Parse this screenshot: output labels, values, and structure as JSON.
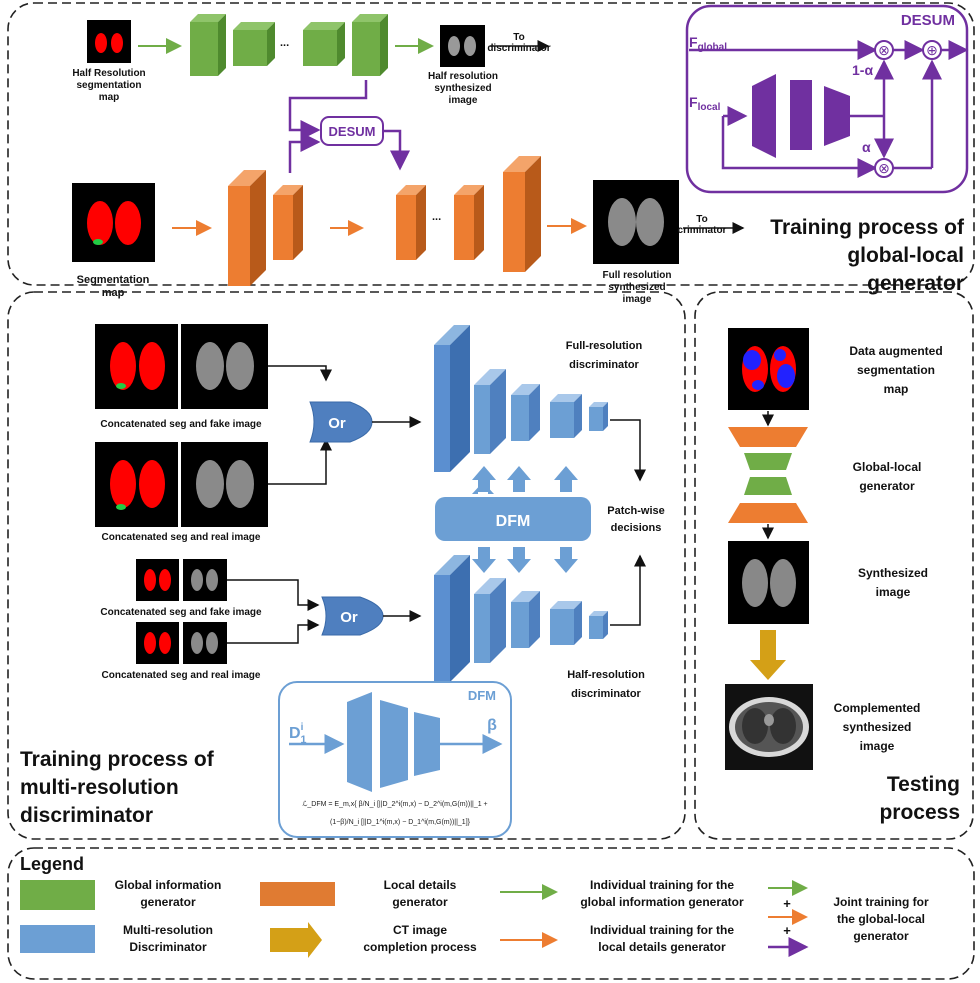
{
  "top": {
    "half_seg_label": [
      "Half Resolution",
      "segmentation",
      "map"
    ],
    "half_out_label": [
      "Half resolution",
      "synthesized",
      "image"
    ],
    "to_disc_top": [
      "To",
      "discriminator"
    ],
    "ellipsis": "...",
    "desum_box": "DESUM",
    "seg_label": [
      "Segmentation",
      "map"
    ],
    "full_out_label": [
      "Full resolution",
      "synthesized",
      "image"
    ],
    "to_disc_bottom": [
      "To",
      "criminator"
    ],
    "section_title": [
      "Training process of",
      "global-local",
      "generator"
    ],
    "desum_detail": {
      "title": "DESUM",
      "f_global": "F",
      "f_global_sub": "global",
      "f_local": "F",
      "f_local_sub": "local",
      "one_minus_alpha": "1-α",
      "alpha": "α",
      "times": "⊗",
      "plus": "⊕"
    }
  },
  "disc": {
    "pair1_caption": "Concatenated seg and fake image",
    "pair2_caption": "Concatenated seg and real image",
    "pair3_caption": "Concatenated seg and fake image",
    "pair4_caption": "Concatenated seg and real image",
    "or_label": "Or",
    "full_disc_label": [
      "Full-resolution",
      "discriminator"
    ],
    "half_disc_label": [
      "Half-resolution",
      "discriminator"
    ],
    "dfm_label": "DFM",
    "patch_label": [
      "Patch-wise",
      "decisions"
    ],
    "section_title": [
      "Training process of",
      "multi-resolution",
      "discriminator"
    ],
    "dfm_detail": {
      "title": "DFM",
      "input": "D",
      "input_sup": "i",
      "input_sub": "1",
      "output": "β",
      "formula_line1": "ℒ_DFM = E_m,x{ β/N_i [||D_2^i(m,x) − D_2^i(m,G(m))||_1 +",
      "formula_line2": "(1−β)/N_i [||D_1^i(m,x) − D_1^i(m,G(m))||_1]}"
    }
  },
  "test": {
    "aug_label": [
      "Data augmented",
      "segmentation",
      "map"
    ],
    "gen_label": [
      "Global-local",
      "generator"
    ],
    "synth_label": [
      "Synthesized",
      "image"
    ],
    "comp_label": [
      "Complemented",
      "synthesized",
      "image"
    ],
    "section_title": [
      "Testing",
      "process"
    ]
  },
  "legend": {
    "title": "Legend",
    "items": [
      {
        "label": [
          "Global information",
          "generator"
        ],
        "color": "#70ad47"
      },
      {
        "label": [
          "Local details",
          "generator"
        ],
        "color": "#e07b32"
      },
      {
        "label": [
          "Multi-resolution",
          "Discriminator"
        ],
        "color": "#6c9fd4"
      },
      {
        "label": [
          "CT image",
          "completion process"
        ],
        "color": "#d4a017"
      }
    ],
    "arrows": [
      {
        "label": [
          "Individual training for the",
          "global information generator"
        ],
        "color": "#70ad47"
      },
      {
        "label": [
          "Individual training for the",
          "local details generator"
        ],
        "color": "#ed7d31"
      }
    ],
    "joint_label": [
      "Joint training for",
      "the global-local",
      "generator"
    ],
    "plus": "+"
  },
  "colors": {
    "green": "#70ad47",
    "orange": "#ed7d31",
    "purple": "#7030a0",
    "blue": "#6c9fd4",
    "gold": "#d4a017",
    "red": "#ff0000"
  }
}
